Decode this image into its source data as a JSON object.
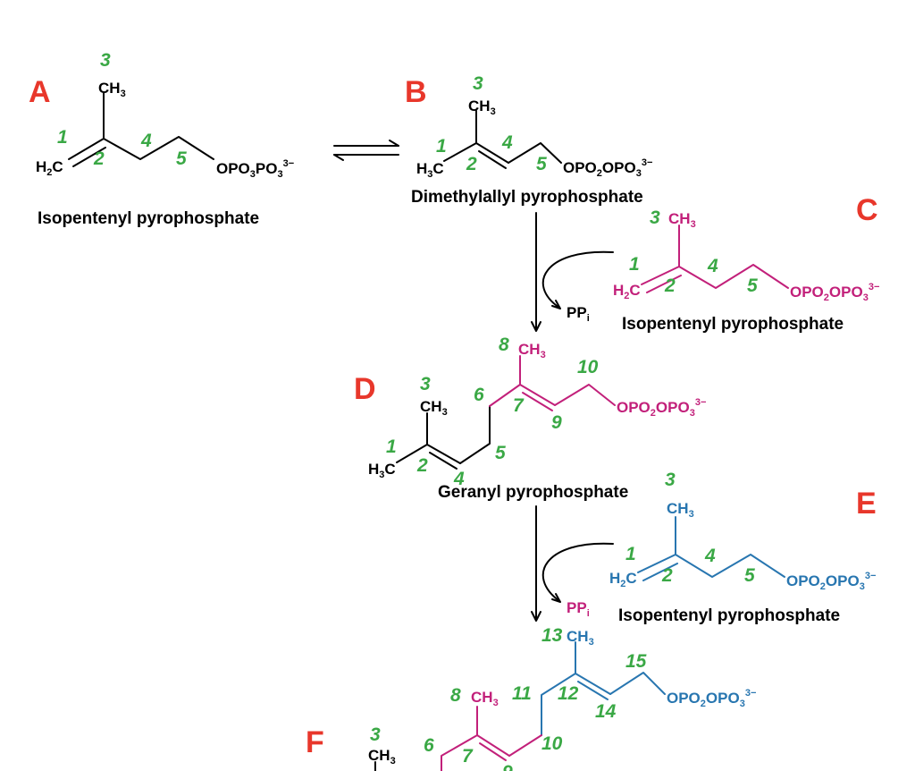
{
  "panels": {
    "a": "A",
    "b": "B",
    "c": "C",
    "d": "D",
    "e": "E",
    "f": "F"
  },
  "names": {
    "ipp": "Isopentenyl pyrophosphate",
    "dmapp": "Dimethylallyl pyrophosphate",
    "gpp": "Geranyl pyrophosphate"
  },
  "atoms": {
    "ch3": "CH",
    "sub3": "3",
    "h2c_h": "H",
    "h2c_sub": "2",
    "h2c_c": "C",
    "h3c_h": "H",
    "h3c_sub": "3",
    "h3c_c": "C",
    "pp": "PP",
    "pp_sub": "i",
    "opo_a": "OPO",
    "opo_a_s1": "3",
    "opo_a_mid": "PO",
    "opo_a_s2": "3",
    "opo_a_charge": "3−",
    "opo": "OPO",
    "opo_s1": "2",
    "opo_mid": "OPO",
    "opo_s2": "3",
    "opo_charge": "3−"
  },
  "numbers": [
    "1",
    "2",
    "3",
    "4",
    "5",
    "6",
    "7",
    "8",
    "9",
    "10",
    "11",
    "12",
    "13",
    "14",
    "15"
  ]
}
